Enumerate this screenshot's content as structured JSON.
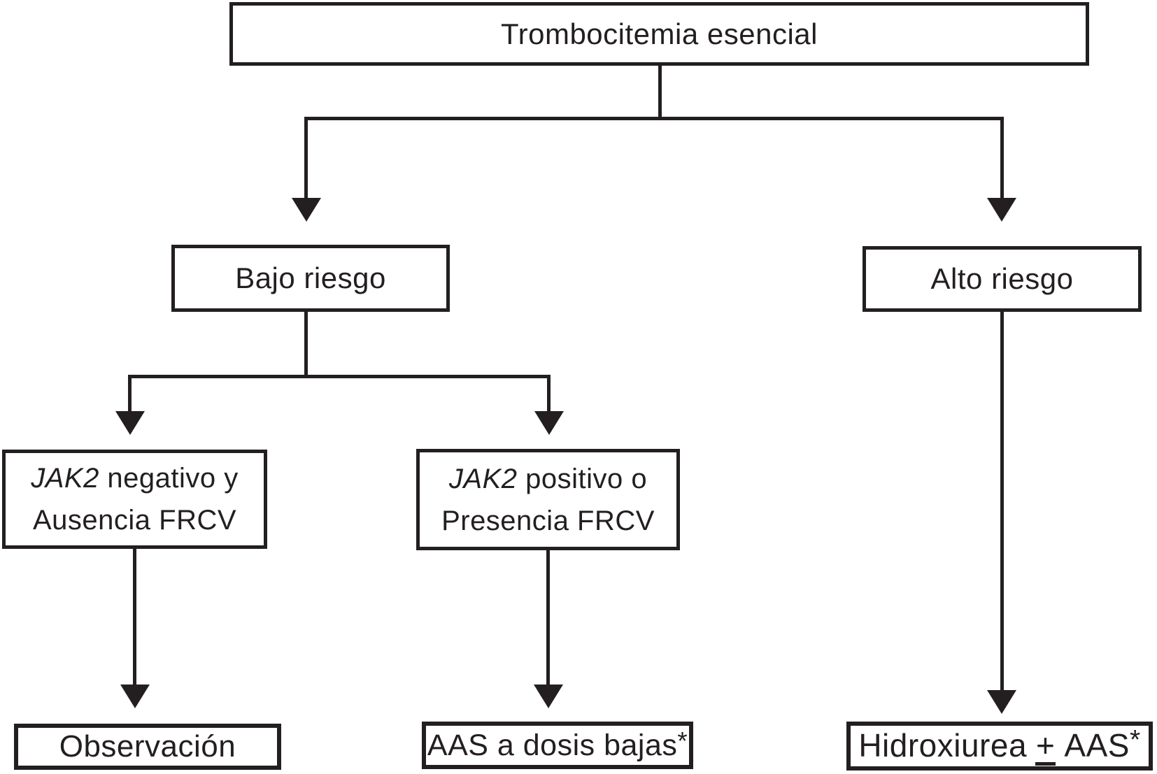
{
  "diagram": {
    "type": "flowchart",
    "nodes": {
      "root": {
        "label": "Trombocitemia esencial"
      },
      "low_risk": {
        "label": "Bajo riesgo"
      },
      "high_risk": {
        "label": "Alto riesgo"
      },
      "jak2_negative": {
        "gene": "JAK2",
        "line1_rest": " negativo y",
        "line2": "Ausencia FRCV"
      },
      "jak2_positive": {
        "gene": "JAK2",
        "line1_rest": " positivo o",
        "line2": "Presencia FRCV"
      },
      "observation": {
        "label": "Observación"
      },
      "low_dose_aas": {
        "label": "AAS a dosis bajas",
        "footnote_marker": "*"
      },
      "hydroxyurea": {
        "pre": "Hidroxiurea",
        "plus_minus": "+",
        "post": "AAS",
        "footnote_marker": "*"
      }
    },
    "edges": [
      {
        "from": "root",
        "to": "low_risk"
      },
      {
        "from": "root",
        "to": "high_risk"
      },
      {
        "from": "low_risk",
        "to": "jak2_negative"
      },
      {
        "from": "low_risk",
        "to": "jak2_positive"
      },
      {
        "from": "jak2_negative",
        "to": "observation"
      },
      {
        "from": "jak2_positive",
        "to": "low_dose_aas"
      },
      {
        "from": "high_risk",
        "to": "hydroxyurea"
      }
    ],
    "colors": {
      "line": "#231f20",
      "text": "#231f20",
      "background": "#ffffff"
    }
  }
}
